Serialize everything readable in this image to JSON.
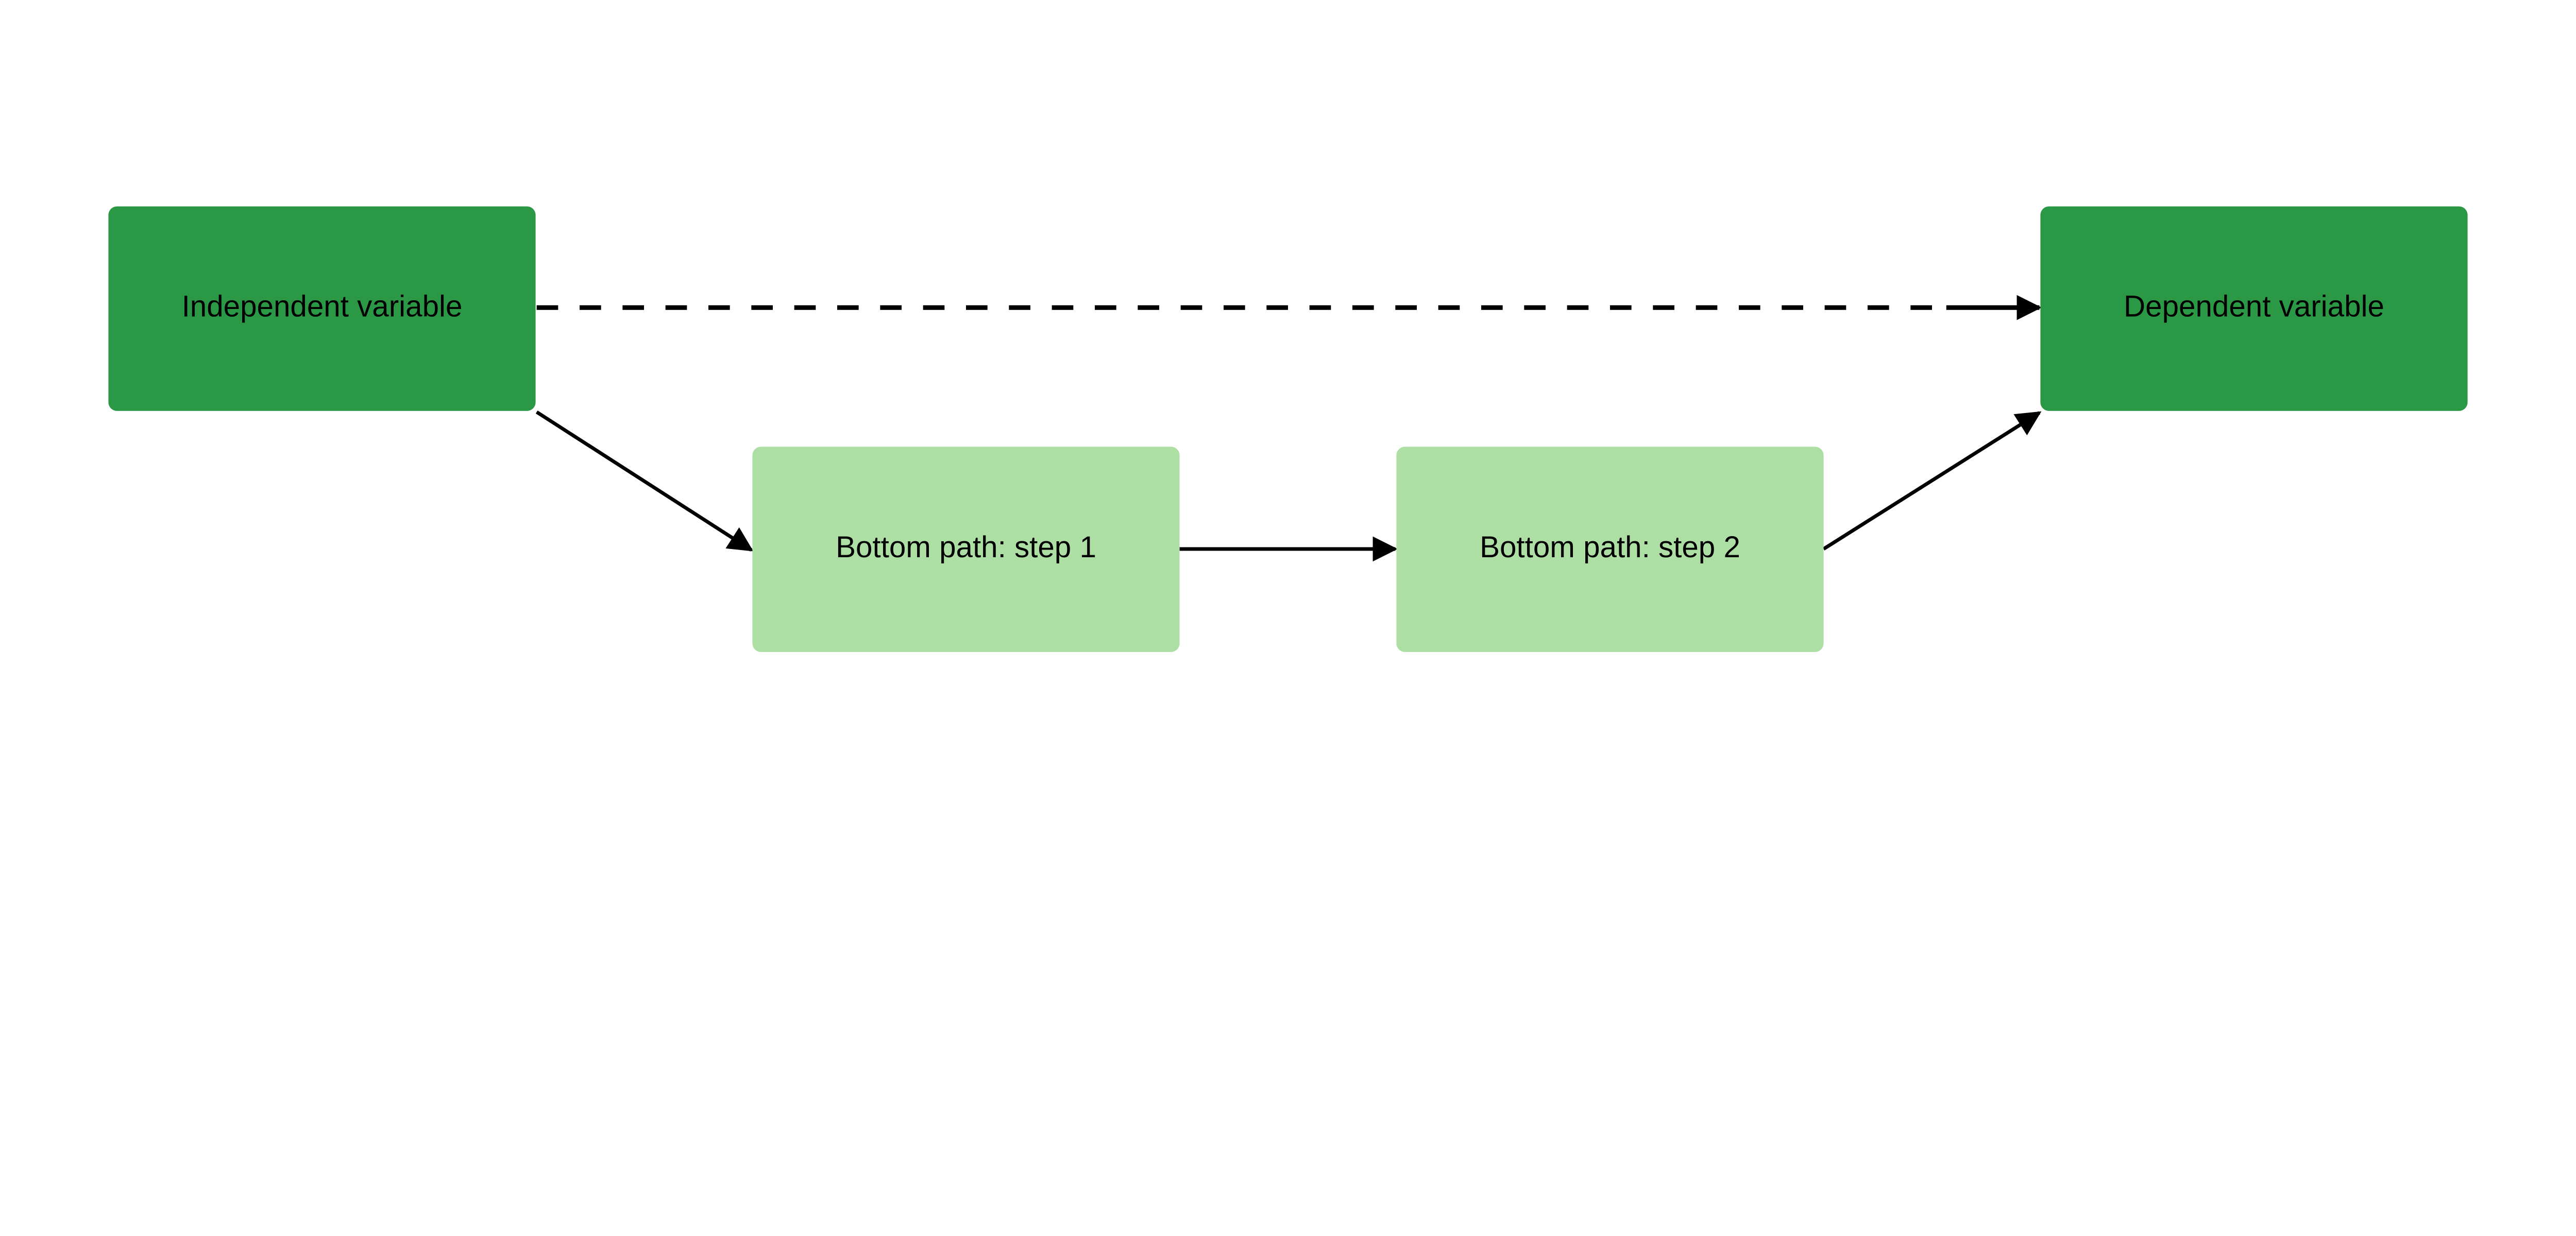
{
  "colors": {
    "dark_node": "#2b9846",
    "light_node": "#addfa4",
    "edge": "#000000",
    "background": "#ffffff"
  },
  "nodes": [
    {
      "id": "independent",
      "label": "Independent variable",
      "style": "dark"
    },
    {
      "id": "dependent",
      "label": "Dependent variable",
      "style": "dark"
    },
    {
      "id": "step1",
      "label": "Bottom path: step 1",
      "style": "light"
    },
    {
      "id": "step2",
      "label": "Bottom path: step 2",
      "style": "light"
    }
  ],
  "edges": [
    {
      "from": "independent",
      "to": "dependent",
      "style": "dashed"
    },
    {
      "from": "independent",
      "to": "step1",
      "style": "solid"
    },
    {
      "from": "step1",
      "to": "step2",
      "style": "solid"
    },
    {
      "from": "step2",
      "to": "dependent",
      "style": "solid"
    }
  ]
}
